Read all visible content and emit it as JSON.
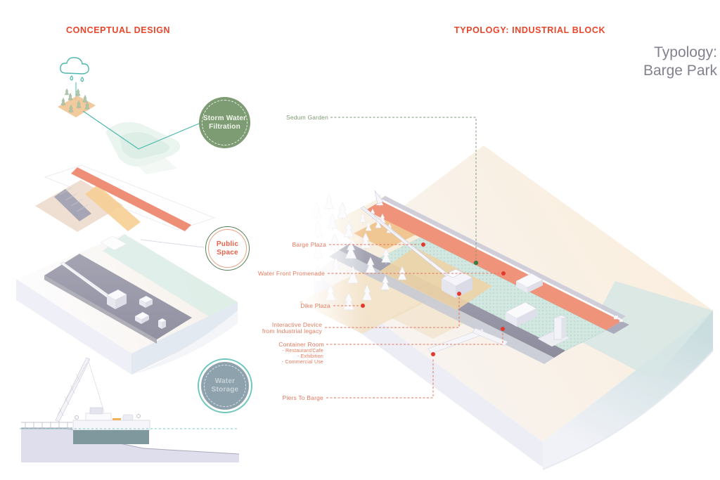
{
  "header": {
    "left_title": "CONCEPTUAL DESIGN",
    "right_title": "TYPOLOGY: INDUSTRIAL BLOCK",
    "typology_line1": "Typology:",
    "typology_line2": "Barge Park"
  },
  "concept_badges": [
    {
      "id": "storm-water-filtration",
      "line1": "Storm Water",
      "line2": "Filtration"
    },
    {
      "id": "public-space",
      "line1": "Public",
      "line2": "Space"
    },
    {
      "id": "water-storage",
      "line1": "Water",
      "line2": "Storage"
    }
  ],
  "annotations": {
    "sedum_garden": "Sedum Garden",
    "barge_plaza": "Barge Plaza",
    "water_front_promenade": "Water Front Promenade",
    "dike_plaza": "Dike Plaza",
    "interactive_line1": "Interactive Device",
    "interactive_line2": "from Industrial legacy",
    "container_room": "Container Room",
    "container_sub1": "- Restaurant/Cafe",
    "container_sub2": "- Exhibition",
    "container_sub3": "- Commercial Use",
    "piers_to_barge": "Piers To Barge"
  },
  "colors": {
    "accent_red": "#E8452B",
    "annotation_label": "#E57A5E",
    "annotation_dot": "#E2392C",
    "sedum_green": "#7E9B76",
    "sedum_dot": "#3E7A44",
    "teal_line": "#4DB8AC",
    "promenade_stripe": "#F0937B",
    "sedum_mesh": "#D3E7E1",
    "deck_gray": "#9C9CAB",
    "badge_green": "#7E9C74",
    "badge_teal_ring": "#70C7BE",
    "badge_slate": "#8DA2AD",
    "typology_gray": "#83818F"
  }
}
